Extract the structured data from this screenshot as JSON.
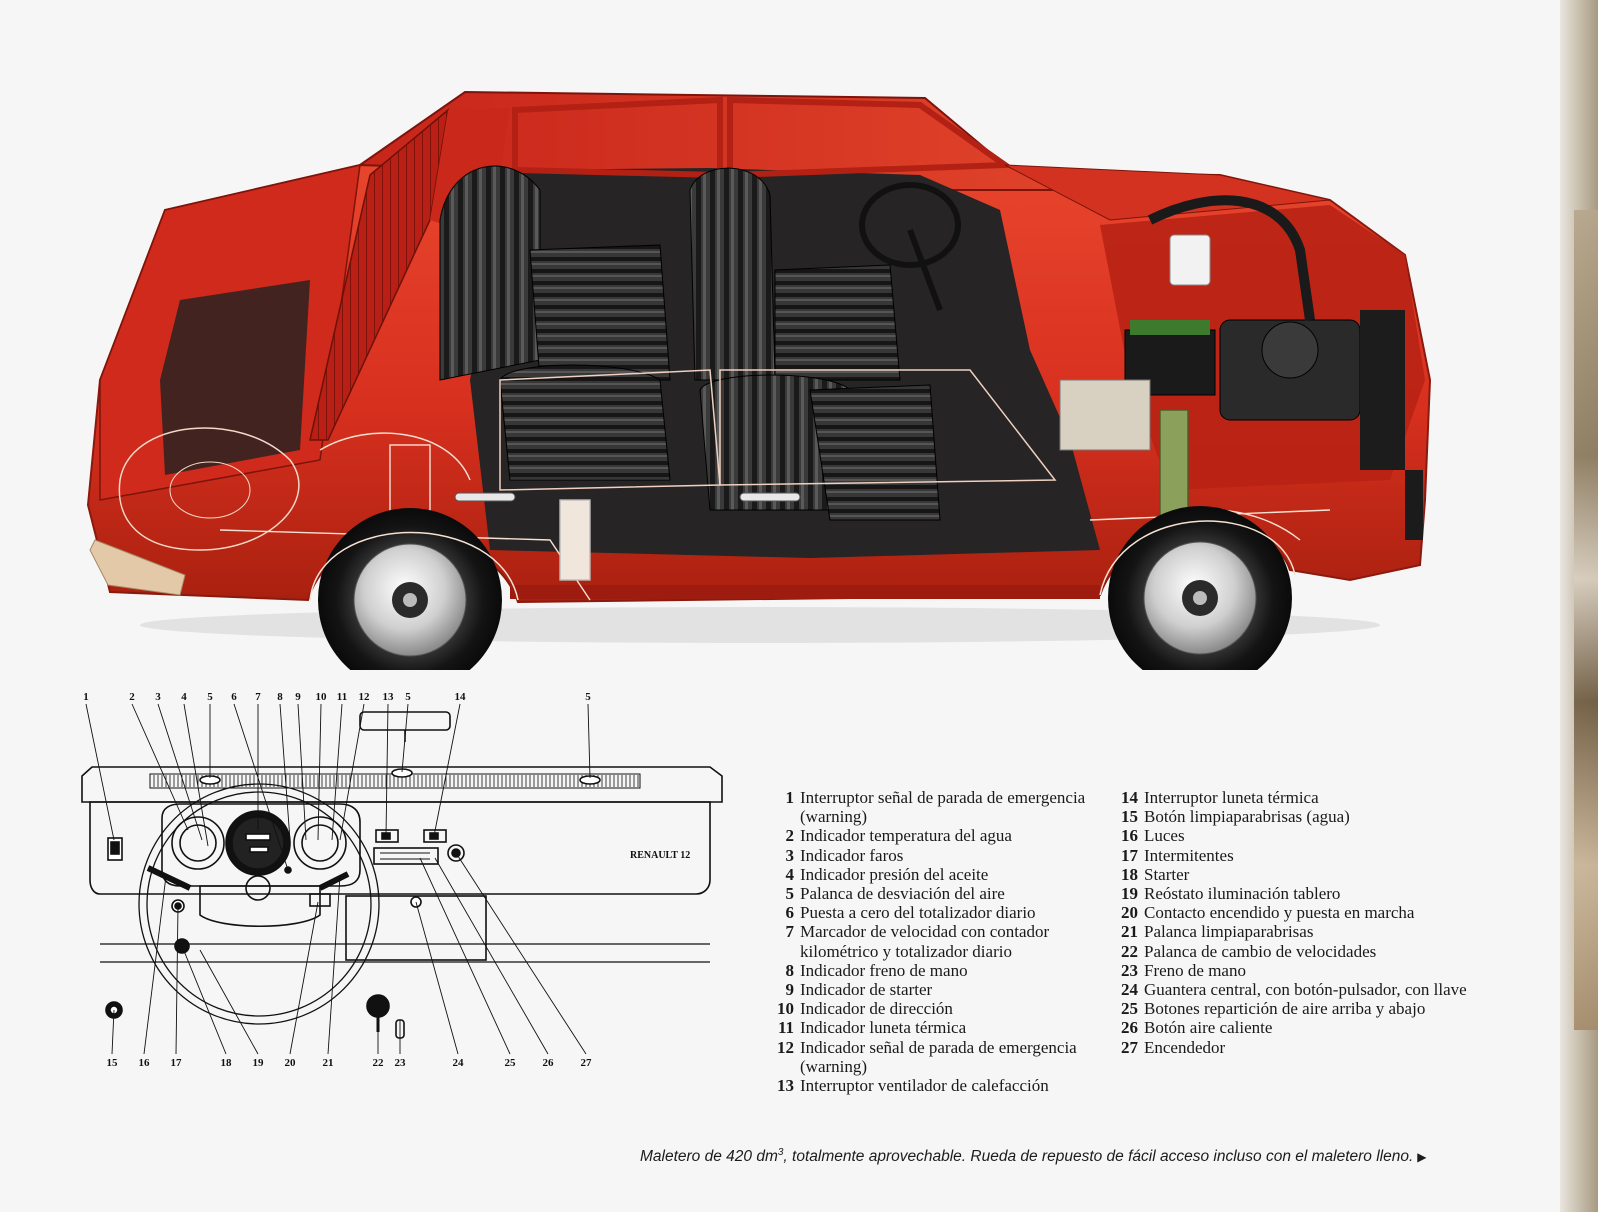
{
  "colors": {
    "body_red": "#d8301f",
    "dark_red": "#9e1b10",
    "interior_black": "#1b1b1b",
    "chrome": "#dcdcdc",
    "paper": "#f6f6f6"
  },
  "dashboard": {
    "brand_label": "RENAULT 12",
    "top_callouts": [
      "1",
      "2",
      "3",
      "4",
      "5",
      "6",
      "7",
      "8",
      "9",
      "10",
      "11",
      "12",
      "13",
      "5",
      "14",
      "5"
    ],
    "bottom_callouts": [
      "15",
      "16",
      "17",
      "18",
      "19",
      "20",
      "21",
      "22",
      "23",
      "24",
      "25",
      "26",
      "27"
    ]
  },
  "legend": {
    "left": [
      {
        "num": "1",
        "text": "Interruptor señal de parada de emergencia (warning)"
      },
      {
        "num": "2",
        "text": "Indicador temperatura del agua"
      },
      {
        "num": "3",
        "text": "Indicador faros"
      },
      {
        "num": "4",
        "text": "Indicador presión del aceite"
      },
      {
        "num": "5",
        "text": "Palanca de desviación del aire"
      },
      {
        "num": "6",
        "text": "Puesta a cero del totalizador diario"
      },
      {
        "num": "7",
        "text": "Marcador de velocidad con contador kilométrico y totalizador diario"
      },
      {
        "num": "8",
        "text": "Indicador freno de mano"
      },
      {
        "num": "9",
        "text": "Indicador de starter"
      },
      {
        "num": "10",
        "text": "Indicador de dirección"
      },
      {
        "num": "11",
        "text": "Indicador luneta térmica"
      },
      {
        "num": "12",
        "text": "Indicador señal de parada de emergencia (warning)"
      },
      {
        "num": "13",
        "text": "Interruptor ventilador de calefacción"
      }
    ],
    "right": [
      {
        "num": "14",
        "text": "Interruptor luneta térmica"
      },
      {
        "num": "15",
        "text": "Botón limpiaparabrisas (agua)"
      },
      {
        "num": "16",
        "text": "Luces"
      },
      {
        "num": "17",
        "text": "Intermitentes"
      },
      {
        "num": "18",
        "text": "Starter"
      },
      {
        "num": "19",
        "text": "Reóstato iluminación tablero"
      },
      {
        "num": "20",
        "text": "Contacto encendido y puesta en marcha"
      },
      {
        "num": "21",
        "text": "Palanca limpiaparabrisas"
      },
      {
        "num": "22",
        "text": "Palanca de cambio de velocidades"
      },
      {
        "num": "23",
        "text": "Freno de mano"
      },
      {
        "num": "24",
        "text": "Guantera central, con botón-pulsador, con llave"
      },
      {
        "num": "25",
        "text": "Botones repartición de aire arriba y abajo"
      },
      {
        "num": "26",
        "text": "Botón aire caliente"
      },
      {
        "num": "27",
        "text": "Encendedor"
      }
    ]
  },
  "caption": {
    "before": "Maletero de 420 dm",
    "sup": "3",
    "after": ", totalmente aprovechable. Rueda de repuesto de fácil acceso incluso con el maletero lleno.",
    "arrow": "▶"
  }
}
